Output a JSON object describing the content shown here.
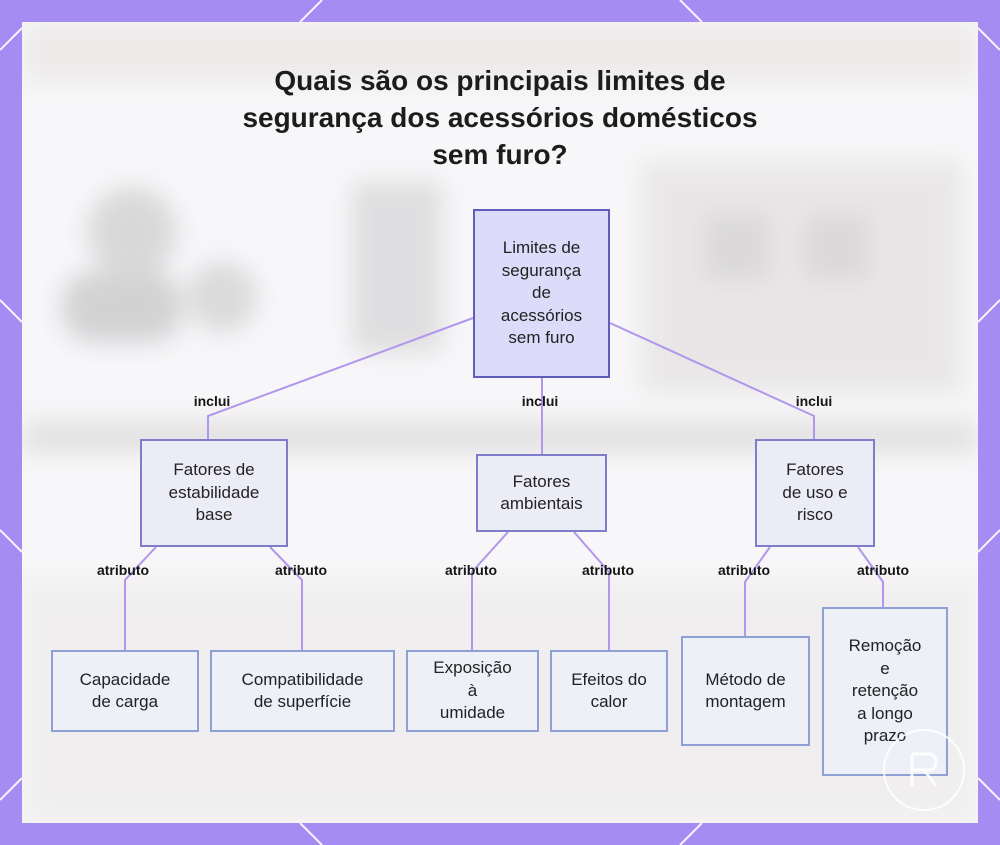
{
  "title": "Quais são os principais limites de\nsegurança dos acessórios domésticos\nsem furo?",
  "colors": {
    "frame": "#a58cf3",
    "panel": "#f7f6f8",
    "node_border": "#7f7cc9",
    "root_fill": "#dcdcfa",
    "edge": "#b196ec"
  },
  "diagram": {
    "root": "Limites de\nsegurança\nde\nacessórios\nsem furo",
    "edge_labels": {
      "inclui": "inclui",
      "atributo": "atributo"
    },
    "categories": [
      {
        "label": "Fatores de\nestabilidade\nbase",
        "attributes": [
          "Capacidade\nde carga",
          "Compatibilidade\nde superfície"
        ]
      },
      {
        "label": "Fatores\nambientais",
        "attributes": [
          "Exposição\nà\numidade",
          "Efeitos do\ncalor"
        ]
      },
      {
        "label": "Fatores\nde uso e\nrisco",
        "attributes": [
          "Método de\nmontagem",
          "Remoção\ne\nretenção\na longo\nprazo"
        ]
      }
    ]
  },
  "icons": [
    "watermark-logo"
  ]
}
